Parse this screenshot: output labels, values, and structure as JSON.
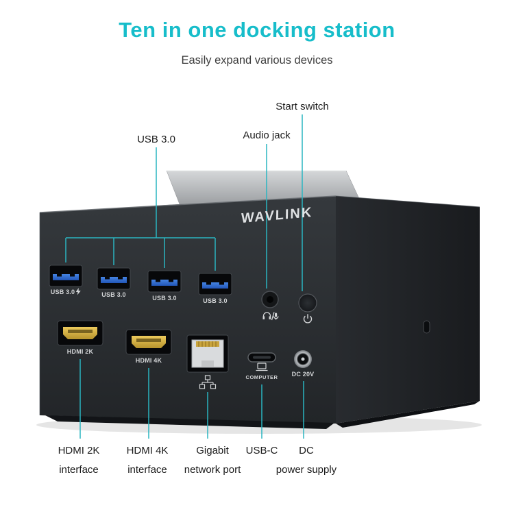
{
  "header": {
    "title": "Ten in one docking station",
    "subtitle": "Easily expand various devices"
  },
  "colors": {
    "title": "#17bdca",
    "accent": "#2ab5c1",
    "usb_blue": "#2f6fd6",
    "hdmi_gold": "#d8b53c",
    "device_body": "#2a2d31"
  },
  "device": {
    "brand": "WAVLINK",
    "labels": {
      "usb1": "USB 3.0",
      "usb2": "USB 3.0",
      "usb3": "USB 3.0",
      "usb4": "USB 3.0",
      "hdmi_2k": "HDMI 2K",
      "hdmi_4k": "HDMI 4K",
      "computer": "COMPUTER",
      "dc": "DC 20V"
    },
    "icons": {
      "fast_charge": "lightning-bolt",
      "audio": "headphone-mic",
      "power": "power-symbol",
      "network": "lan-nodes",
      "computer": "laptop",
      "lock": "kensington-slot"
    }
  },
  "callouts": {
    "usb": "USB 3.0",
    "audio": "Audio jack",
    "start": "Start switch",
    "hdmi2k_line1": "HDMI 2K",
    "hdmi2k_line2": "interface",
    "hdmi4k_line1": "HDMI 4K",
    "hdmi4k_line2": "interface",
    "lan_line1": "Gigabit",
    "lan_line2": "network port",
    "usbc_line1": "USB-C",
    "dc_line1": "DC",
    "dc_line2": "power supply"
  }
}
